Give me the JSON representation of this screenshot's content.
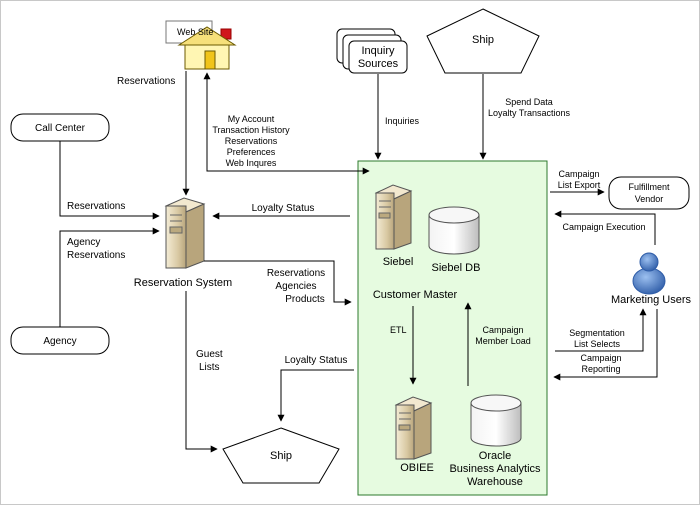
{
  "nodes": {
    "website": "Web Site",
    "call_center": "Call Center",
    "agency": "Agency",
    "inquiry_sources": [
      "Inquiry",
      "Sources"
    ],
    "ship_top": "Ship",
    "ship_bottom": "Ship",
    "reservation_system": "Reservation System",
    "siebel": "Siebel",
    "siebel_db": "Siebel DB",
    "customer_master": "Customer Master",
    "obiee": "OBIEE",
    "warehouse": [
      "Oracle",
      "Business Analytics",
      "Warehouse"
    ],
    "fulfillment_vendor": [
      "Fulfillment",
      "Vendor"
    ],
    "marketing_users": "Marketing Users"
  },
  "edges": {
    "reservations_web": "Reservations",
    "web_to_siebel": [
      "My Account",
      "Transaction History",
      "Reservations",
      "Preferences",
      "Web Inqures"
    ],
    "inquiries": "Inquiries",
    "spend_data": [
      "Spend Data",
      "Loyalty Transactions"
    ],
    "reservations_cc": "Reservations",
    "agency_reservations": [
      "Agency",
      "Reservations"
    ],
    "loyalty_status_top": "Loyalty Status",
    "res_to_siebel": [
      "Reservations",
      "Agencies",
      "Products"
    ],
    "guest_lists": [
      "Guest",
      "Lists"
    ],
    "loyalty_status_bottom": "Loyalty Status",
    "etl": "ETL",
    "campaign_member_load": [
      "Campaign",
      "Member Load"
    ],
    "campaign_list_export": [
      "Campaign",
      "List Export"
    ],
    "campaign_execution": "Campaign Execution",
    "segmentation": [
      "Segmentation",
      "List Selects"
    ],
    "campaign_reporting": [
      "Campaign",
      "Reporting"
    ]
  },
  "colors": {
    "green_zone": "#e6fbe0",
    "green_border": "#2c7a2c",
    "server": "#e8dcc0",
    "house": "#fff3b0",
    "user": "#4d79c7"
  },
  "icons": {
    "website": "house-icon",
    "reservation_system": "server-icon",
    "siebel": "server-icon",
    "obiee": "server-icon",
    "siebel_db": "database-icon",
    "warehouse": "database-icon",
    "marketing_users": "user-icon"
  }
}
